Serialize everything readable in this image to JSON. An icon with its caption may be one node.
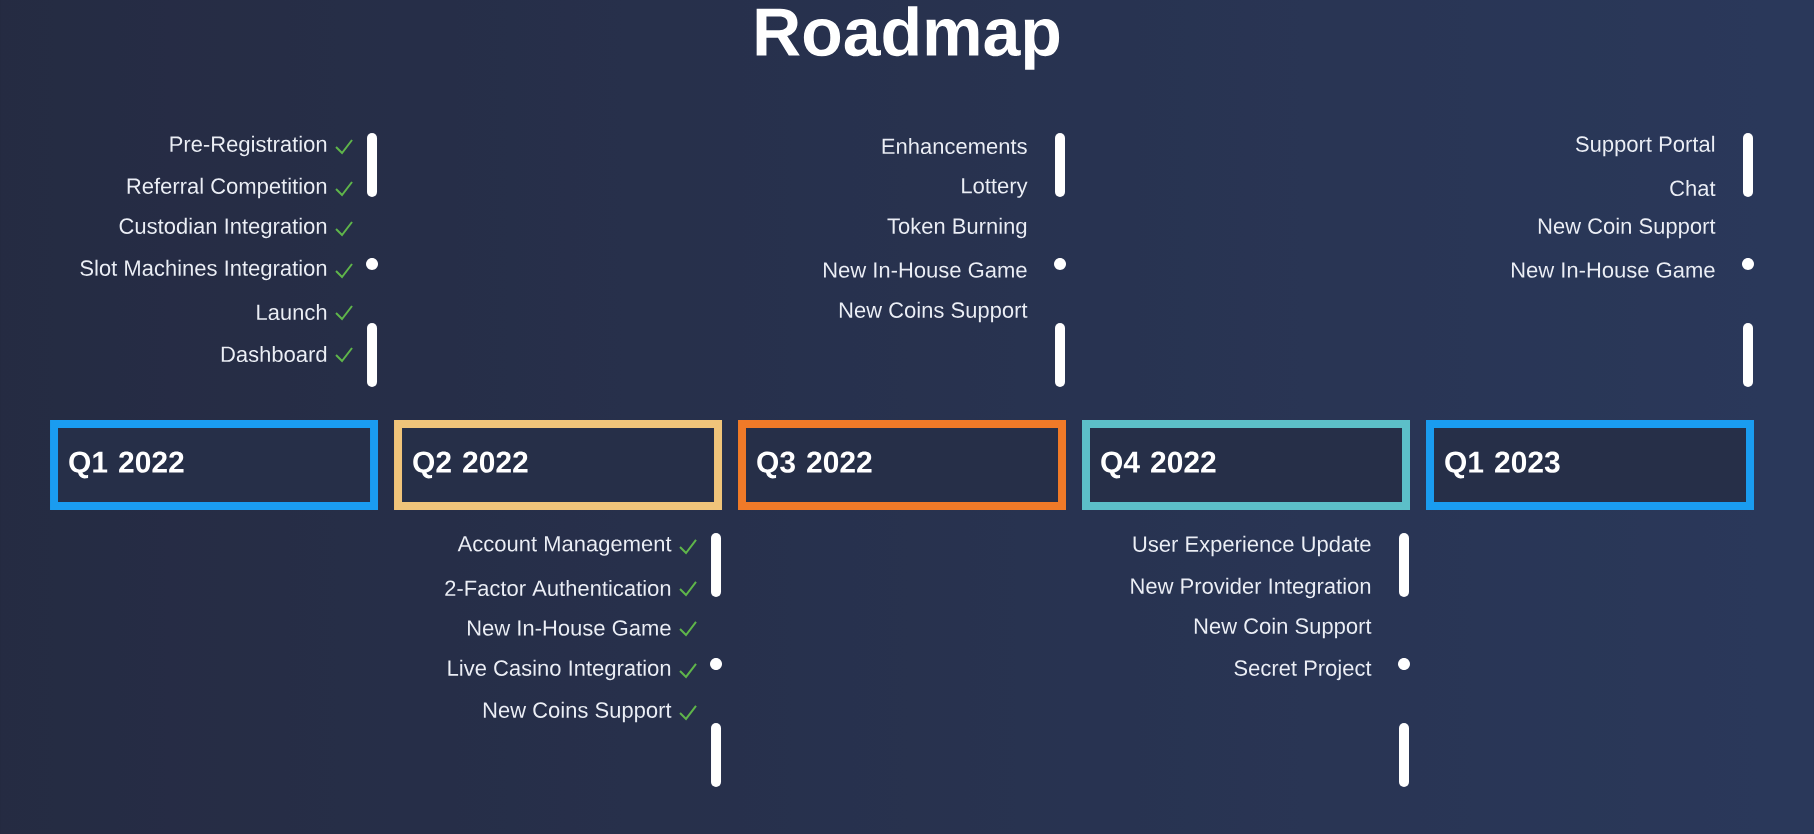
{
  "diagram": {
    "title": "Roadmap",
    "nodes": [
      {
        "text": [
          "Q1 2022"
        ],
        "beside": [
          "Pre-Registration",
          "Referral Competition",
          "Custodian Integration",
          "Slot Machines Integration",
          "Launch",
          "Dashboard"
        ]
      },
      {
        "text": [
          "Q2 2022"
        ],
        "beside": [
          "Account Management",
          "2-Factor Authentication",
          "New In-House Game",
          "Live Casino Integration",
          "New Coins Support"
        ]
      },
      {
        "text": [
          "Q3 2022"
        ],
        "beside": [
          "Enhancements",
          "Lottery",
          "Token Burning",
          "New In-House Game",
          "New Coins Support"
        ]
      },
      {
        "text": [
          "Q4 2022"
        ],
        "beside": [
          "User Experience Update",
          "New Provider Integration",
          "New Coin Support",
          "Secret Project"
        ]
      },
      {
        "text": [
          "Q1 2023"
        ],
        "beside": [
          "Support Portal",
          "Chat",
          "New Coin Support",
          "New In-House Game"
        ]
      }
    ]
  }
}
